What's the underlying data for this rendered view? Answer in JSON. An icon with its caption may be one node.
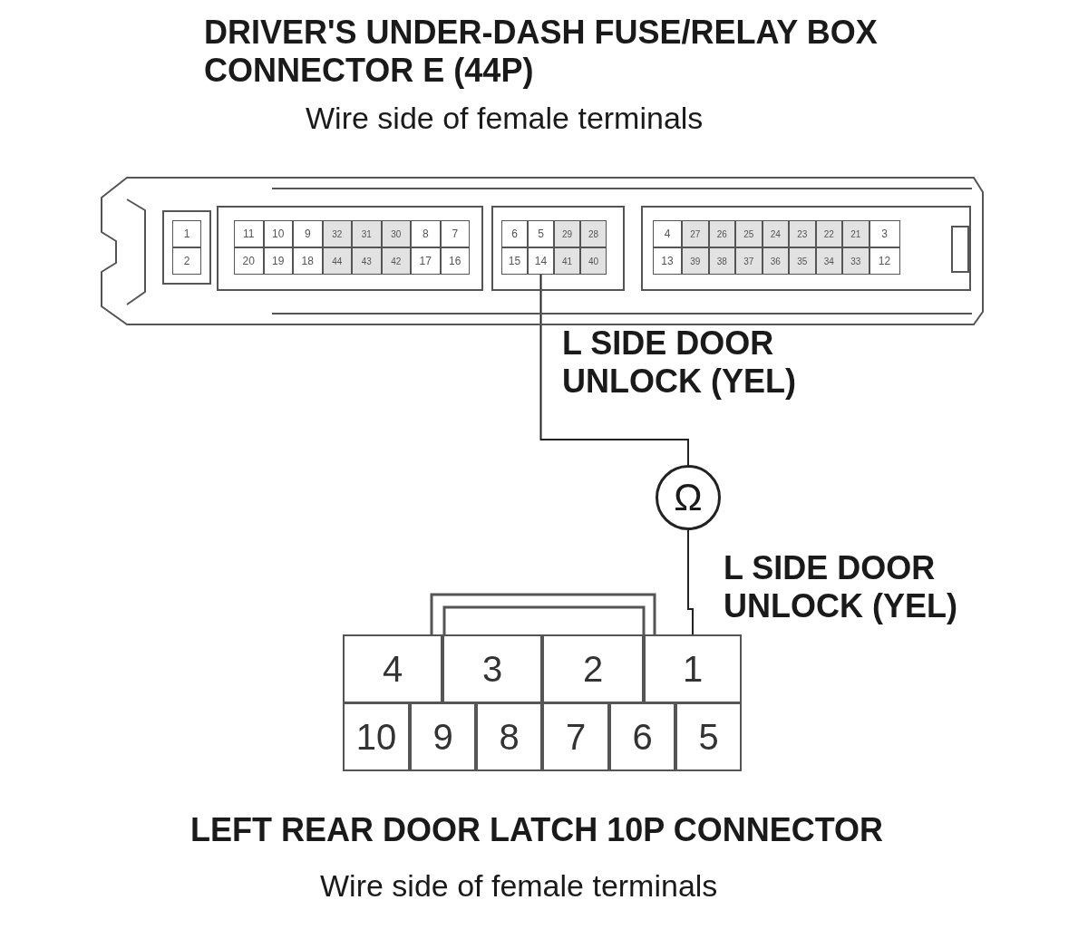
{
  "diagram": {
    "nodes": [
      {
        "text": [
          "DRIVER'S UNDER-DASH FUSE/RELAY BOX CONNECTOR E (44P)",
          "Wire side of female terminals"
        ]
      },
      {
        "text": [
          "1"
        ],
        "in": 0
      },
      {
        "text": [
          "11"
        ],
        "in": 0
      },
      {
        "text": [
          "10"
        ],
        "in": 0
      },
      {
        "text": [
          "9"
        ],
        "in": 0
      },
      {
        "text": [
          "32"
        ],
        "in": 0
      },
      {
        "text": [
          "31"
        ],
        "in": 0
      },
      {
        "text": [
          "30"
        ],
        "in": 0
      },
      {
        "text": [
          "8"
        ],
        "in": 0
      },
      {
        "text": [
          "7"
        ],
        "in": 0
      },
      {
        "text": [
          "6"
        ],
        "in": 0
      },
      {
        "text": [
          "5"
        ],
        "in": 0
      },
      {
        "text": [
          "29"
        ],
        "in": 0
      },
      {
        "text": [
          "28"
        ],
        "in": 0
      },
      {
        "text": [
          "4"
        ],
        "in": 0
      },
      {
        "text": [
          "27"
        ],
        "in": 0
      },
      {
        "text": [
          "26"
        ],
        "in": 0
      },
      {
        "text": [
          "25"
        ],
        "in": 0
      },
      {
        "text": [
          "24"
        ],
        "in": 0
      },
      {
        "text": [
          "23"
        ],
        "in": 0
      },
      {
        "text": [
          "22"
        ],
        "in": 0
      },
      {
        "text": [
          "21"
        ],
        "in": 0
      },
      {
        "text": [
          "3"
        ],
        "in": 0
      },
      {
        "text": [
          "2"
        ],
        "in": 0
      },
      {
        "text": [
          "20"
        ],
        "in": 0
      },
      {
        "text": [
          "19"
        ],
        "in": 0
      },
      {
        "text": [
          "18"
        ],
        "in": 0
      },
      {
        "text": [
          "44"
        ],
        "in": 0
      },
      {
        "text": [
          "43"
        ],
        "in": 0
      },
      {
        "text": [
          "42"
        ],
        "in": 0
      },
      {
        "text": [
          "17"
        ],
        "in": 0
      },
      {
        "text": [
          "16"
        ],
        "in": 0
      },
      {
        "text": [
          "15"
        ],
        "in": 0
      },
      {
        "text": [
          "14"
        ],
        "in": 0
      },
      {
        "text": [
          "41"
        ],
        "in": 0
      },
      {
        "text": [
          "40"
        ],
        "in": 0
      },
      {
        "text": [
          "13"
        ],
        "in": 0
      },
      {
        "text": [
          "39"
        ],
        "in": 0
      },
      {
        "text": [
          "38"
        ],
        "in": 0
      },
      {
        "text": [
          "37"
        ],
        "in": 0
      },
      {
        "text": [
          "36"
        ],
        "in": 0
      },
      {
        "text": [
          "35"
        ],
        "in": 0
      },
      {
        "text": [
          "34"
        ],
        "in": 0
      },
      {
        "text": [
          "33"
        ],
        "in": 0
      },
      {
        "text": [
          "12"
        ],
        "in": 0
      },
      {
        "text": [
          "Ω"
        ]
      },
      {
        "text": [
          "LEFT REAR DOOR LATCH 10P CONNECTOR",
          "Wire side of female terminals"
        ]
      },
      {
        "text": [
          "4"
        ],
        "in": 46
      },
      {
        "text": [
          "3"
        ],
        "in": 46
      },
      {
        "text": [
          "2"
        ],
        "in": 46
      },
      {
        "text": [
          "1"
        ],
        "in": 46
      },
      {
        "text": [
          "10"
        ],
        "in": 46
      },
      {
        "text": [
          "9"
        ],
        "in": 46
      },
      {
        "text": [
          "8"
        ],
        "in": 46
      },
      {
        "text": [
          "7"
        ],
        "in": 46
      },
      {
        "text": [
          "6"
        ],
        "in": 46
      },
      {
        "text": [
          "5"
        ],
        "in": 46
      }
    ],
    "edges": [
      {
        "from": 33,
        "to": 45,
        "arrow": "none",
        "label": "L SIDE DOOR UNLOCK (YEL)"
      },
      {
        "from": 45,
        "to": 50,
        "arrow": "none",
        "label": "L SIDE DOOR UNLOCK (YEL)"
      }
    ]
  }
}
